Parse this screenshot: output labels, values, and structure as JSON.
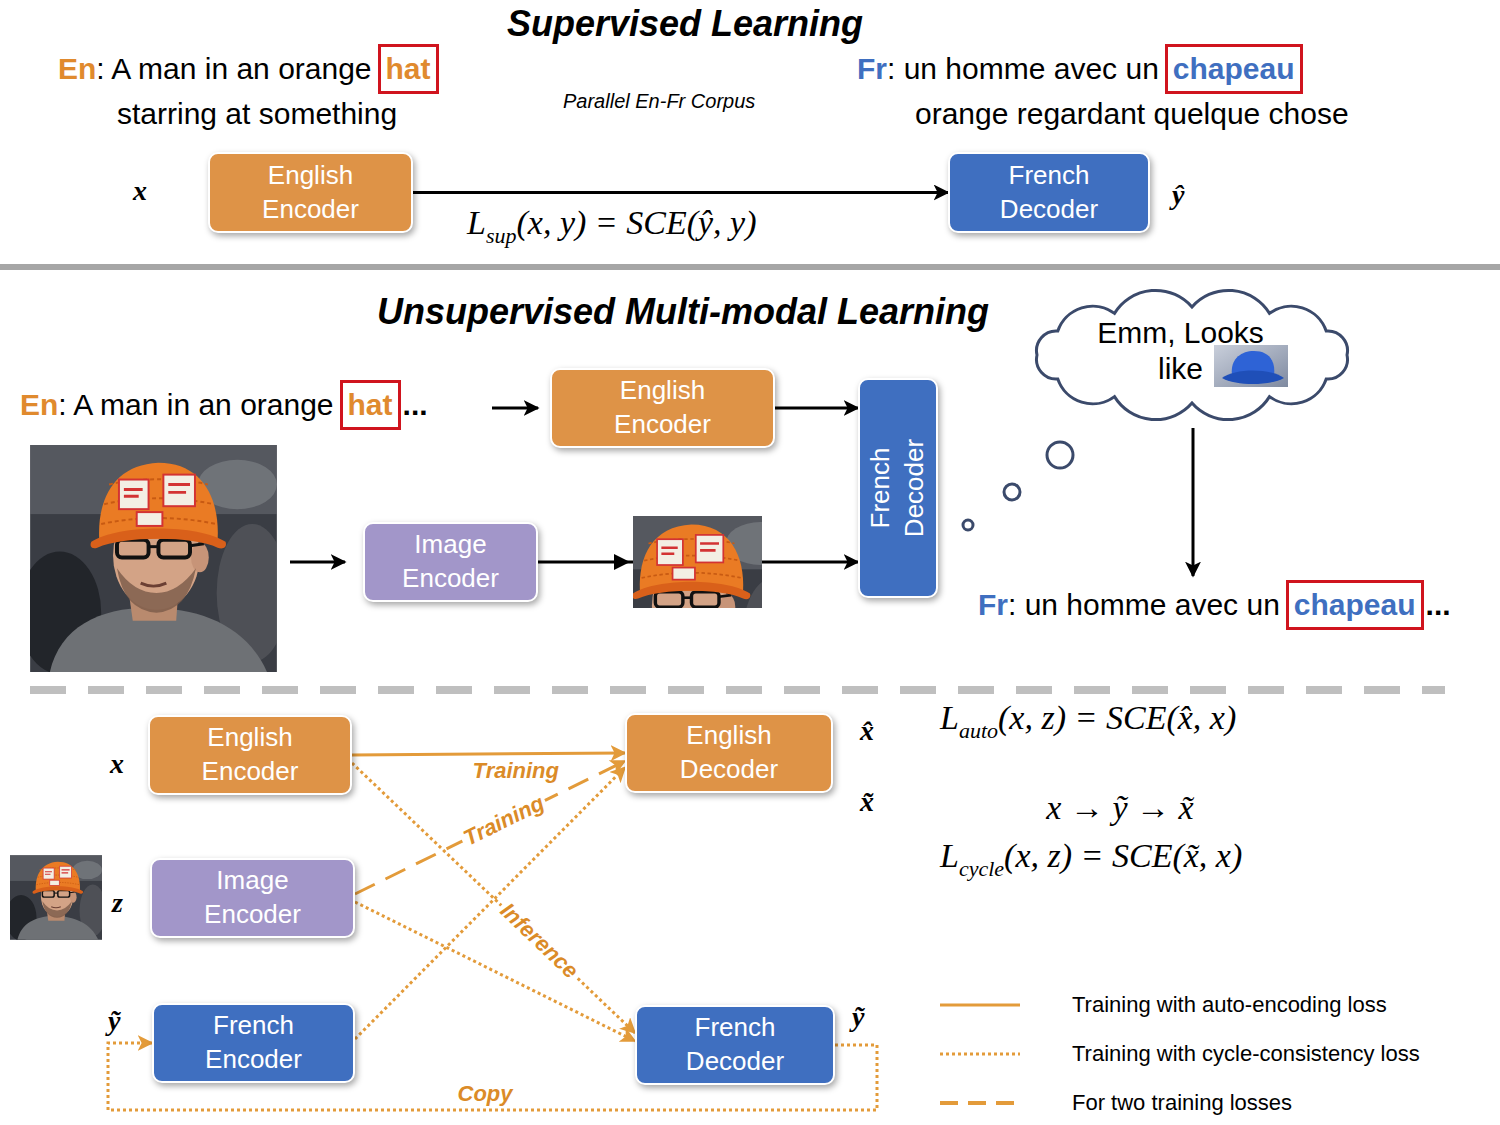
{
  "diagram": {
    "nodes": [
      {
        "text": [
          "English Encoder"
        ]
      },
      {
        "text": [
          "French Decoder"
        ]
      },
      {
        "text": [
          "English Encoder"
        ]
      },
      {
        "text": [
          "French Decoder"
        ]
      },
      {
        "text": [
          "Image Encoder"
        ]
      },
      {
        "text": [
          "Emm, Looks like"
        ]
      },
      {
        "text": [
          "English Encoder"
        ]
      },
      {
        "text": [
          "English Decoder"
        ]
      },
      {
        "text": [
          "Image Encoder"
        ]
      },
      {
        "text": [
          "French Encoder"
        ]
      },
      {
        "text": [
          "French Decoder"
        ]
      }
    ],
    "edges": [
      {
        "from": 0,
        "to": 1,
        "arrow": "to"
      },
      {
        "from": 2,
        "to": 3,
        "arrow": "to"
      },
      {
        "from": 4,
        "to": 3,
        "arrow": "to"
      },
      {
        "from": 6,
        "to": 7,
        "label": "Training",
        "arrow": "to"
      },
      {
        "from": 8,
        "to": 7,
        "label": "Training",
        "arrow": "to"
      },
      {
        "from": 6,
        "to": 10,
        "label": "Inference",
        "arrow": "to"
      },
      {
        "from": 8,
        "to": 10,
        "arrow": "to"
      },
      {
        "from": 9,
        "to": 7,
        "arrow": "to"
      },
      {
        "from": 10,
        "to": 9,
        "label": "Copy",
        "arrow": "to"
      }
    ],
    "labels": [
      "Supervised Learning",
      "En",
      ": A man in an orange",
      "hat",
      "starring at something",
      "Parallel En-Fr Corpus",
      "Fr",
      ": un homme avec un",
      "chapeau",
      "orange regardant quelque chose",
      "x",
      "ŷ",
      "L",
      "sup",
      "(x, y) = SCE(ŷ, y)",
      "Unsupervised Multi-modal Learning",
      "En",
      ": A man in an orange",
      "hat",
      "...",
      "Fr",
      ": un homme avec un",
      "chapeau",
      "...",
      "x",
      "z",
      "ỹ",
      "x̂",
      "x̃",
      "ỹ",
      "L",
      "auto",
      "(x, z) = SCE(x̂, x)",
      "x → ỹ → x̃",
      "L",
      "cycle",
      "(x, z) = SCE(x̃, x)"
    ],
    "legend": [
      {
        "text": "Training with auto-encoding loss"
      },
      {
        "text": "Training with cycle-consistency loss"
      },
      {
        "text": "For two training losses"
      }
    ]
  }
}
